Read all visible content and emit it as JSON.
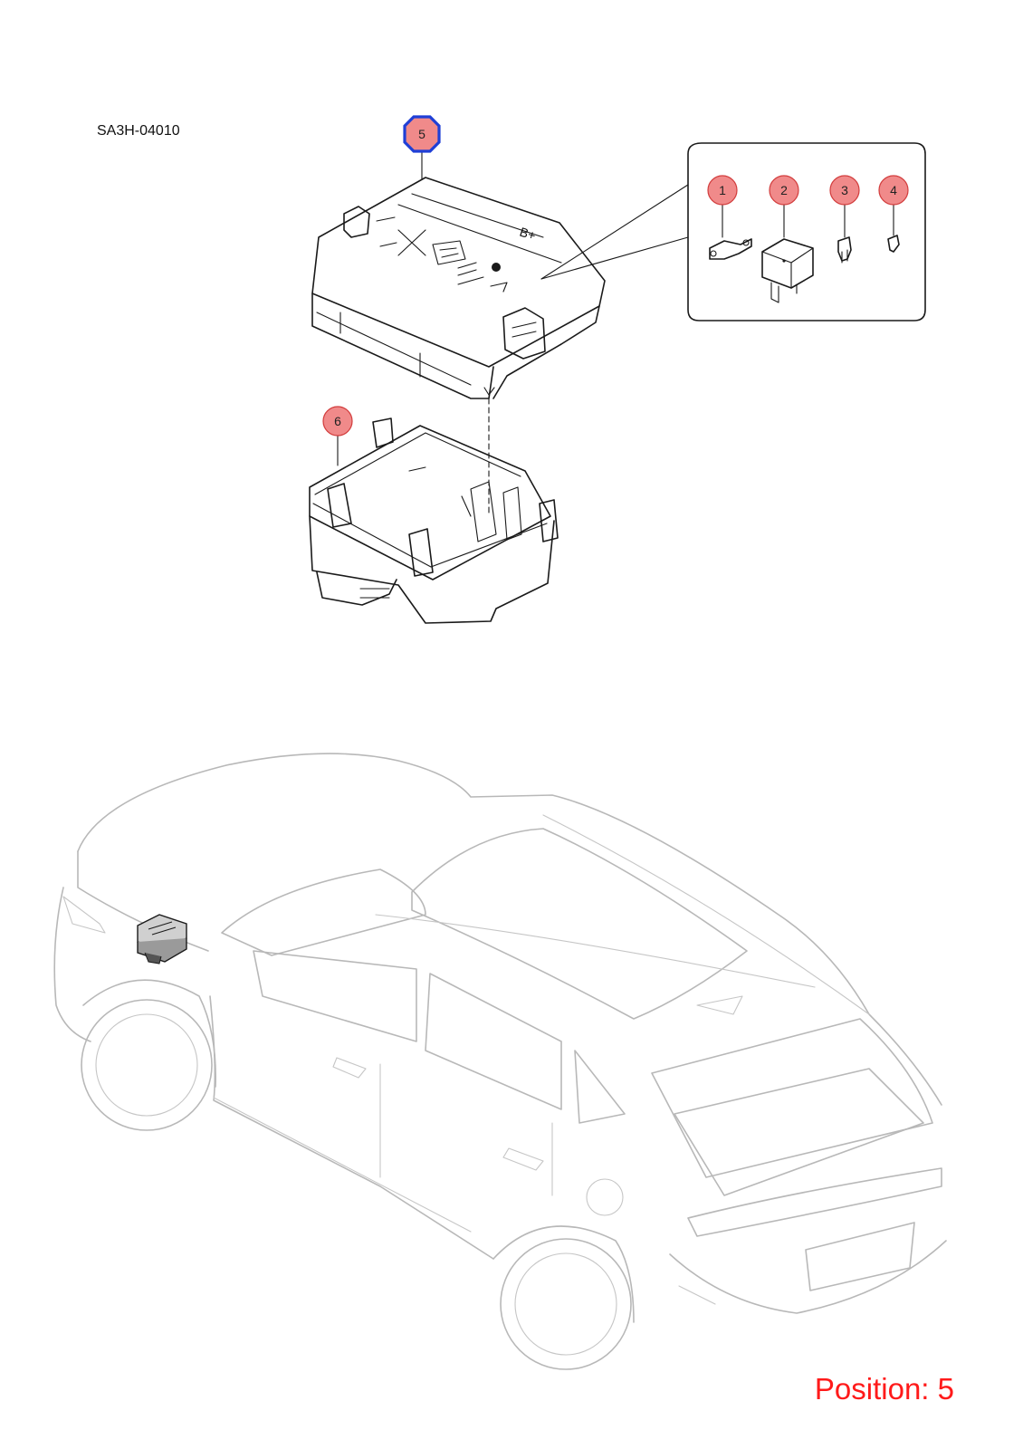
{
  "diagram_code": "SA3H-04010",
  "position_label": "Position: 5",
  "inset_box_callouts": [
    "1",
    "2",
    "3",
    "4"
  ],
  "assembly_callouts": {
    "cover": "5",
    "base": "6"
  },
  "cover_markings": {
    "b_plus": "B+"
  },
  "colors": {
    "callout_fill": "#f08a8a",
    "callout_stroke": "#d23c3c",
    "selected_ring": "#1f3fd6",
    "position_text": "#ff1a1a",
    "car_outline": "#b8b8b8"
  }
}
